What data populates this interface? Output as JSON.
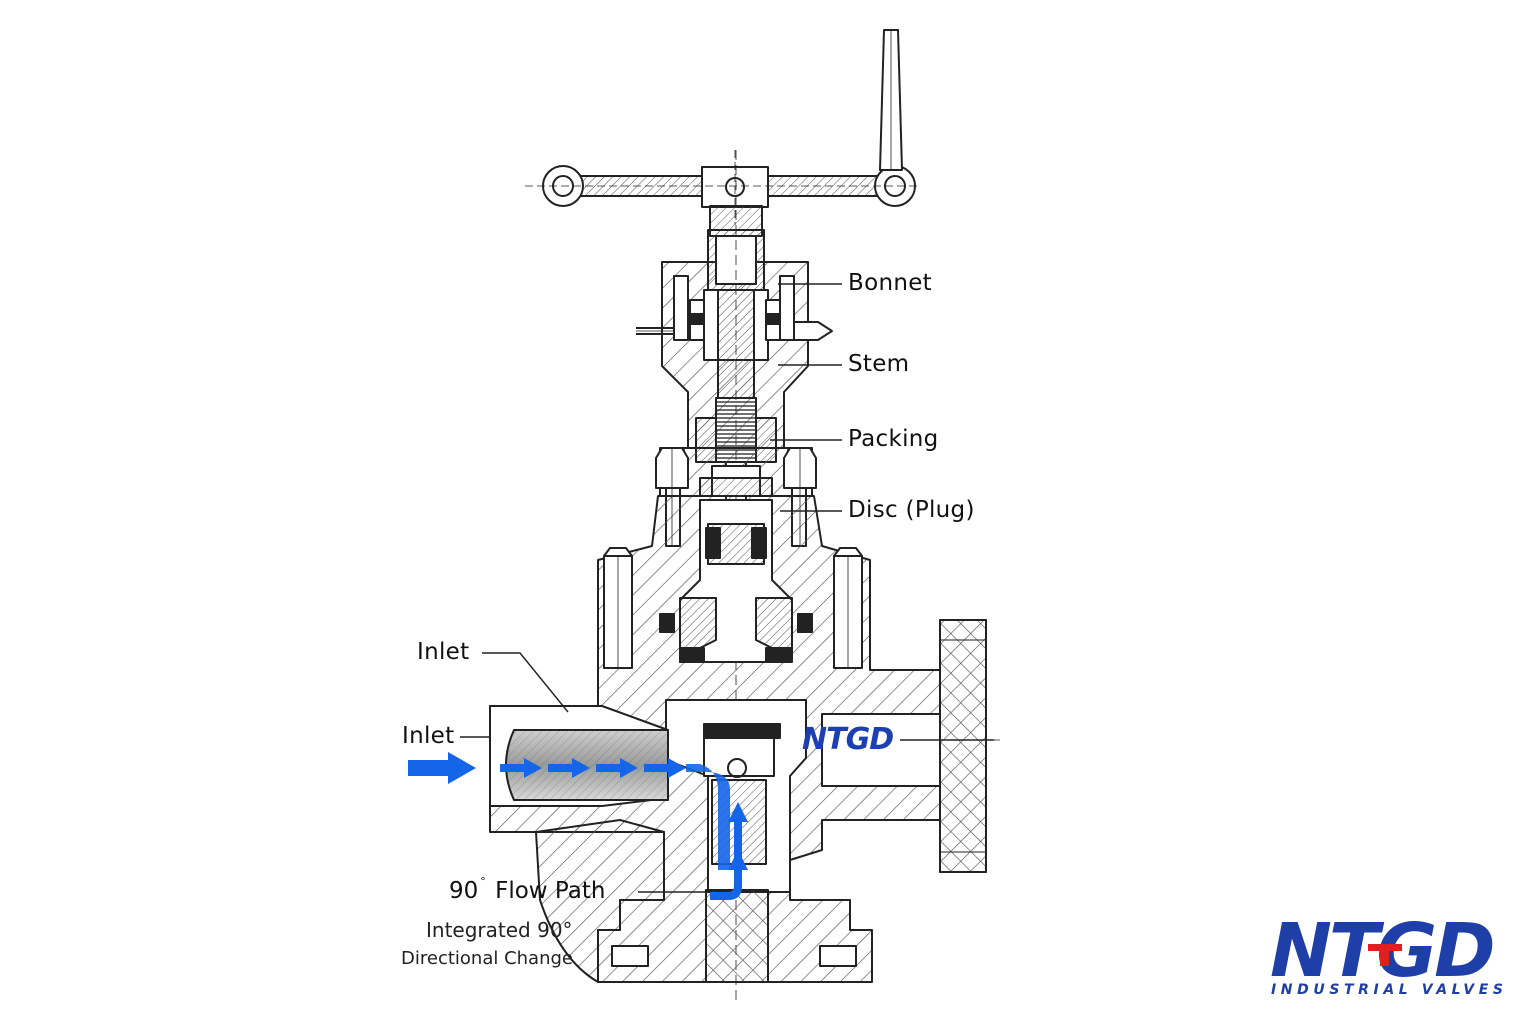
{
  "labels": {
    "bonnet": "Bonnet",
    "stem": "Stem",
    "packing": "Packing",
    "disc": "Disc (Plug)",
    "inlet_upper": "Inlet",
    "inlet_lower": "Inlet",
    "flow_num": "90",
    "flow_deg": "°",
    "flow_text": "Flow Path",
    "integrated": "Integrated 90°",
    "directional": "Directional Change"
  },
  "brand": {
    "body_mark": "NTGD",
    "logo": "NTGD",
    "tagline": "INDUSTRIAL VALVES"
  },
  "colors": {
    "line": "#222222",
    "hatch": "#555555",
    "flow_blue": "#1565e8",
    "brand_blue": "#1e3ea8",
    "brand_red": "#e02020"
  }
}
